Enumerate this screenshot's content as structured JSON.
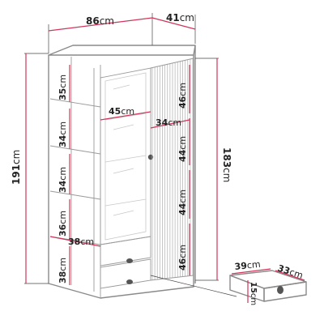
{
  "dimensions": {
    "width": {
      "value": "86",
      "unit": "cm"
    },
    "depth": {
      "value": "41",
      "unit": "cm"
    },
    "total_height": {
      "value": "191",
      "unit": "cm"
    },
    "door_height": {
      "value": "183",
      "unit": "cm"
    },
    "left_shelf_1": {
      "value": "35",
      "unit": "cm"
    },
    "left_shelf_2": {
      "value": "34",
      "unit": "cm"
    },
    "left_shelf_3": {
      "value": "34",
      "unit": "cm"
    },
    "left_shelf_4": {
      "value": "36",
      "unit": "cm"
    },
    "left_bottom": {
      "value": "38",
      "unit": "cm"
    },
    "glass_width": {
      "value": "45",
      "unit": "cm"
    },
    "right_width": {
      "value": "34",
      "unit": "cm"
    },
    "right_shelf_1": {
      "value": "46",
      "unit": "cm"
    },
    "right_shelf_2": {
      "value": "44",
      "unit": "cm"
    },
    "right_shelf_3": {
      "value": "44",
      "unit": "cm"
    },
    "right_shelf_4": {
      "value": "46",
      "unit": "cm"
    },
    "base_depth": {
      "value": "38",
      "unit": "cm"
    },
    "drawer_width": {
      "value": "39",
      "unit": "cm"
    },
    "drawer_depth": {
      "value": "33",
      "unit": "cm"
    },
    "drawer_height": {
      "value": "15",
      "unit": "cm"
    }
  },
  "colors": {
    "dimension_line": "#d0355a",
    "outline": "#8a8a8a"
  }
}
